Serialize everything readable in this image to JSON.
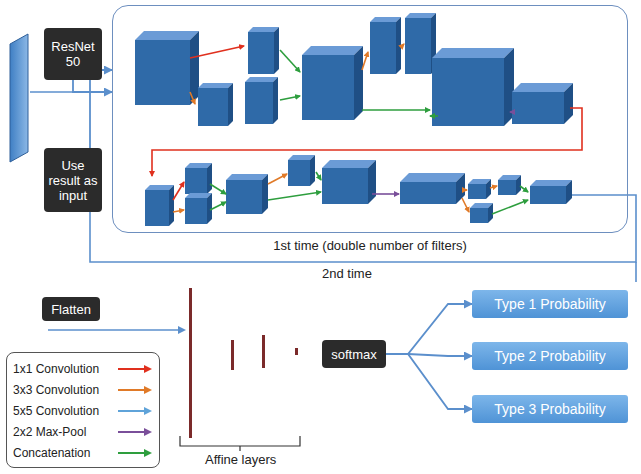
{
  "diagram": {
    "nodes": [
      {
        "text": [
          "1st time (double number of filters)"
        ]
      },
      {
        "text": [
          "ResNet 50"
        ]
      },
      {
        "text": [
          "Use result as input"
        ]
      },
      {
        "text": [
          "Flatten"
        ]
      },
      {
        "text": [
          "softmax"
        ]
      },
      {
        "text": [
          "Type 1 Probability"
        ]
      },
      {
        "text": [
          "Type 2 Probability"
        ]
      },
      {
        "text": [
          "Type 3 Probability"
        ]
      }
    ],
    "edges": [
      {
        "from": 1,
        "to": 0,
        "arrow": "to"
      },
      {
        "from": 2,
        "to": 0,
        "arrow": "to"
      },
      {
        "from": 4,
        "to": 5,
        "arrow": "to"
      },
      {
        "from": 4,
        "to": 6,
        "arrow": "to"
      },
      {
        "from": 4,
        "to": 7,
        "arrow": "to"
      }
    ],
    "labels": [
      "2nd time",
      "Affine layers"
    ],
    "legend": [
      {
        "text": "1x1 Convolution"
      },
      {
        "text": "3x3 Convolution"
      },
      {
        "text": "5x5 Convolution"
      },
      {
        "text": "2x2 Max-Pool"
      },
      {
        "text": "Concatenation"
      }
    ]
  }
}
